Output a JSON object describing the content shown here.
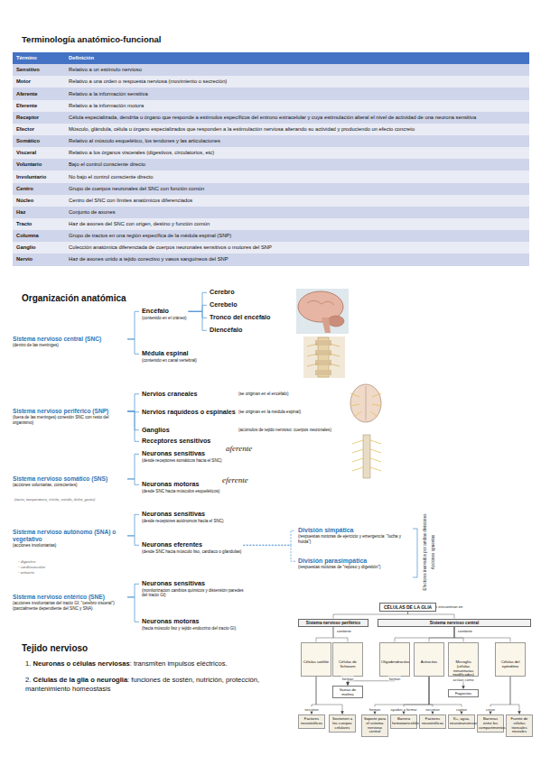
{
  "diagram": {
    "title": "Terminología anatómico-funcional",
    "nodes": [
      {
        "text": [
          "Sistema nervioso central (SNC)",
          "(dentro de las meninges)"
        ]
      },
      {
        "text": [
          "Encéfalo",
          "(contenido en el cráneo)"
        ]
      },
      {
        "text": [
          "Cerebro"
        ]
      },
      {
        "text": [
          "Cerebelo"
        ]
      },
      {
        "text": [
          "Tronco del encéfalo"
        ]
      },
      {
        "text": [
          "Diencéfalo"
        ]
      },
      {
        "text": [
          "Médula espinal",
          "(contenido en canal vertebral)"
        ]
      },
      {
        "text": [
          "Sistema nervioso periférico (SNP)",
          "(fuera de las meninges) conexión SNC con resto del organismo)"
        ]
      },
      {
        "text": [
          "Nervios craneales",
          "(se originan en el encéfalo)"
        ]
      },
      {
        "text": [
          "Nervios raquídeos o espinales",
          "(se originan en la médula espinal)"
        ]
      },
      {
        "text": [
          "Ganglios",
          "(acúmulos de tejido nervioso: cuerpos neuronales)"
        ]
      },
      {
        "text": [
          "Receptores sensitivos"
        ]
      },
      {
        "text": [
          "Sistema nervioso somático (SNS)",
          "(acciones voluntarias, conscientes)"
        ]
      },
      {
        "text": [
          "Neuronas sensitivas",
          "(desde receptores somáticos hacia el SNC)"
        ]
      },
      {
        "text": [
          "Neuronas motoras",
          "(desde SNC hacia músculos esqueléticos)"
        ]
      },
      {
        "text": [
          "Sistema nervioso autónomo (SNA) o vegetativo",
          "(acciones involuntarias)"
        ]
      },
      {
        "text": [
          "Neuronas sensitivas",
          "(desde receptores autónomos hacia el SNC)"
        ]
      },
      {
        "text": [
          "Neuronas eferentes",
          "(desde SNC hacia músculo liso, cardíaco o glándulas)"
        ]
      },
      {
        "text": [
          "División simpática",
          "(respuestas motoras de ejercicio y emergencia: \"lucha y huida\")"
        ]
      },
      {
        "text": [
          "División parasimpática",
          "(respuestas motoras de \"reposo y digestión\")"
        ]
      },
      {
        "text": [
          "Sistema nervioso entérico (SNE)",
          "(acciones involuntarias del tracto GI; \"cerebro visceral\")",
          "(parcialmente dependiente del SNC y SNA)"
        ]
      },
      {
        "text": [
          "Neuronas sensitivas",
          "(monitorizacion cambios químicos y distensión paredes del tracto GI)"
        ]
      },
      {
        "text": [
          "Neuronas motoras",
          "(hacia músculo liso y tejido endocrino del tracto GI)"
        ]
      },
      {
        "text": [
          "CÉLULAS DE LA GLIA"
        ]
      },
      {
        "text": [
          "Sistema nervioso periférico"
        ]
      },
      {
        "text": [
          "Sistema nervioso central"
        ]
      },
      {
        "text": [
          "Células satélite"
        ]
      },
      {
        "text": [
          "Células de Schwann"
        ]
      },
      {
        "text": [
          "Oligodendrocitos"
        ]
      },
      {
        "text": [
          "Astrocitos"
        ]
      },
      {
        "text": [
          "Microglía (células inmunitarias modificadas)"
        ]
      },
      {
        "text": [
          "Células del epéndimo"
        ]
      },
      {
        "text": [
          "Vainas de mielina"
        ]
      },
      {
        "text": [
          "Fagocitos"
        ]
      },
      {
        "text": [
          "Factores neurotróficos"
        ]
      },
      {
        "text": [
          "Sostienen a los cuerpos celulares"
        ]
      },
      {
        "text": [
          "Soporte para el sistema nervioso central"
        ]
      },
      {
        "text": [
          "Barrera hematoencefálica"
        ]
      },
      {
        "text": [
          "Factores neurotróficos"
        ]
      },
      {
        "text": [
          "K+, agua, neurotransmisores"
        ]
      },
      {
        "text": [
          "Barreras entre los compartimentos"
        ]
      },
      {
        "text": [
          "Fuente de células troncales neurales"
        ]
      }
    ],
    "edges": [
      {
        "from": 0,
        "to": 1,
        "arrow": "none"
      },
      {
        "from": 0,
        "to": 6,
        "arrow": "none"
      },
      {
        "from": 1,
        "to": 2,
        "arrow": "none"
      },
      {
        "from": 1,
        "to": 3,
        "arrow": "none"
      },
      {
        "from": 1,
        "to": 4,
        "arrow": "none"
      },
      {
        "from": 1,
        "to": 5,
        "arrow": "none"
      },
      {
        "from": 7,
        "to": 8,
        "arrow": "none"
      },
      {
        "from": 7,
        "to": 9,
        "arrow": "none"
      },
      {
        "from": 7,
        "to": 10,
        "arrow": "none"
      },
      {
        "from": 7,
        "to": 11,
        "arrow": "none"
      },
      {
        "from": 12,
        "to": 13,
        "arrow": "none"
      },
      {
        "from": 12,
        "to": 14,
        "arrow": "none"
      },
      {
        "from": 15,
        "to": 16,
        "arrow": "none"
      },
      {
        "from": 15,
        "to": 17,
        "arrow": "none"
      },
      {
        "from": 17,
        "to": 18,
        "arrow": "none"
      },
      {
        "from": 17,
        "to": 19,
        "arrow": "none"
      },
      {
        "from": 20,
        "to": 21,
        "arrow": "none"
      },
      {
        "from": 20,
        "to": 22,
        "arrow": "none"
      },
      {
        "from": 23,
        "to": 24,
        "arrow": "none"
      },
      {
        "from": 23,
        "to": 25,
        "arrow": "none"
      },
      {
        "from": 24,
        "to": 26,
        "arrow": "none"
      },
      {
        "from": 24,
        "to": 27,
        "arrow": "none"
      },
      {
        "from": 25,
        "to": 28,
        "arrow": "none"
      },
      {
        "from": 25,
        "to": 29,
        "arrow": "none"
      },
      {
        "from": 25,
        "to": 30,
        "arrow": "none"
      },
      {
        "from": 25,
        "to": 31,
        "arrow": "none"
      },
      {
        "from": 27,
        "to": 32,
        "label": "forman",
        "arrow": "to"
      },
      {
        "from": 28,
        "to": 32,
        "label": "forman",
        "arrow": "to"
      },
      {
        "from": 26,
        "to": 34,
        "label": "secretan",
        "arrow": "to"
      },
      {
        "from": 26,
        "to": 35,
        "arrow": "to"
      },
      {
        "from": 29,
        "to": 36,
        "label": "forman",
        "arrow": "to"
      },
      {
        "from": 29,
        "to": 37,
        "label": "ayudan a formar",
        "arrow": "to"
      },
      {
        "from": 29,
        "to": 38,
        "label": "secretan",
        "arrow": "to"
      },
      {
        "from": 29,
        "to": 39,
        "label": "captan",
        "arrow": "to"
      },
      {
        "from": 30,
        "to": 33,
        "label": "actúan como",
        "arrow": "to"
      },
      {
        "from": 31,
        "to": 40,
        "label": "crean",
        "arrow": "to"
      },
      {
        "from": 31,
        "to": 41,
        "arrow": "to"
      }
    ],
    "labels": [
      "Término",
      "Definición",
      "Sensitivo",
      "Relativo a un estímulo nervioso",
      "Motor",
      "Relativo a una orden o respuesta nerviosa (movimiento o secreción)",
      "Aferente",
      "Relativo a la información sensitiva",
      "Eferente",
      "Relativo a la información motora",
      "Receptor",
      "Célula especializada, dendrita u órgano que responde a estímulos específicos del entrono extracelular y cuya estimulación alteral el nivel de actividad de una neurona sensitiva",
      "Efector",
      "Músculo, glándula, célula u órgano especializados que responden a la estimulación nerviosa alterando su actividad y produciendo un efecto concreto",
      "Somático",
      "Relativo al músculo esquelético, los tendones y las articulaciones",
      "Visceral",
      "Relativo a los órganos viscerales (digestivos, circulatorios, etc)",
      "Voluntario",
      "Bajo el control consciente directo",
      "Involuntario",
      "No bajo el control consciente directo",
      "Centro",
      "Grupo de cuerpos neuronales del SNC con función común",
      "Núcleo",
      "Centro del SNC con límites anatómicos diferenciados",
      "Haz",
      "Conjunto de axones",
      "Tracto",
      "Haz de axones del SNC con origen, destino y función común",
      "Columna",
      "Grupo de tractos en una región específica de la médula espinal (SNP)",
      "Ganglio",
      "Colección anatómica diferenciada de cuerpos neuronales sensitivos o motores del SNP",
      "Nervio",
      "Haz de axones unido a tejido conectivo y vasos sanguíneos del SNP",
      "Organización anatómica",
      "aferente",
      "eferente",
      "(tacto, temperatura, visión, sonido, dolor, gusto)",
      "- digestivo",
      "- cardiovascular",
      "- urinario",
      "Efectores inervados por ambas divisiones",
      "Acciones opuestas",
      "Tejido nervioso",
      "1.",
      "Neuronas o células nerviosas",
      ": transmiten impulsos eléctricos.",
      "2.",
      "Células de la glia o neuroglia",
      ": funciones de sostén, nutrición, protección, mantenimiento homeostasis",
      "se encuentran en",
      "contiene",
      "contiene"
    ]
  }
}
